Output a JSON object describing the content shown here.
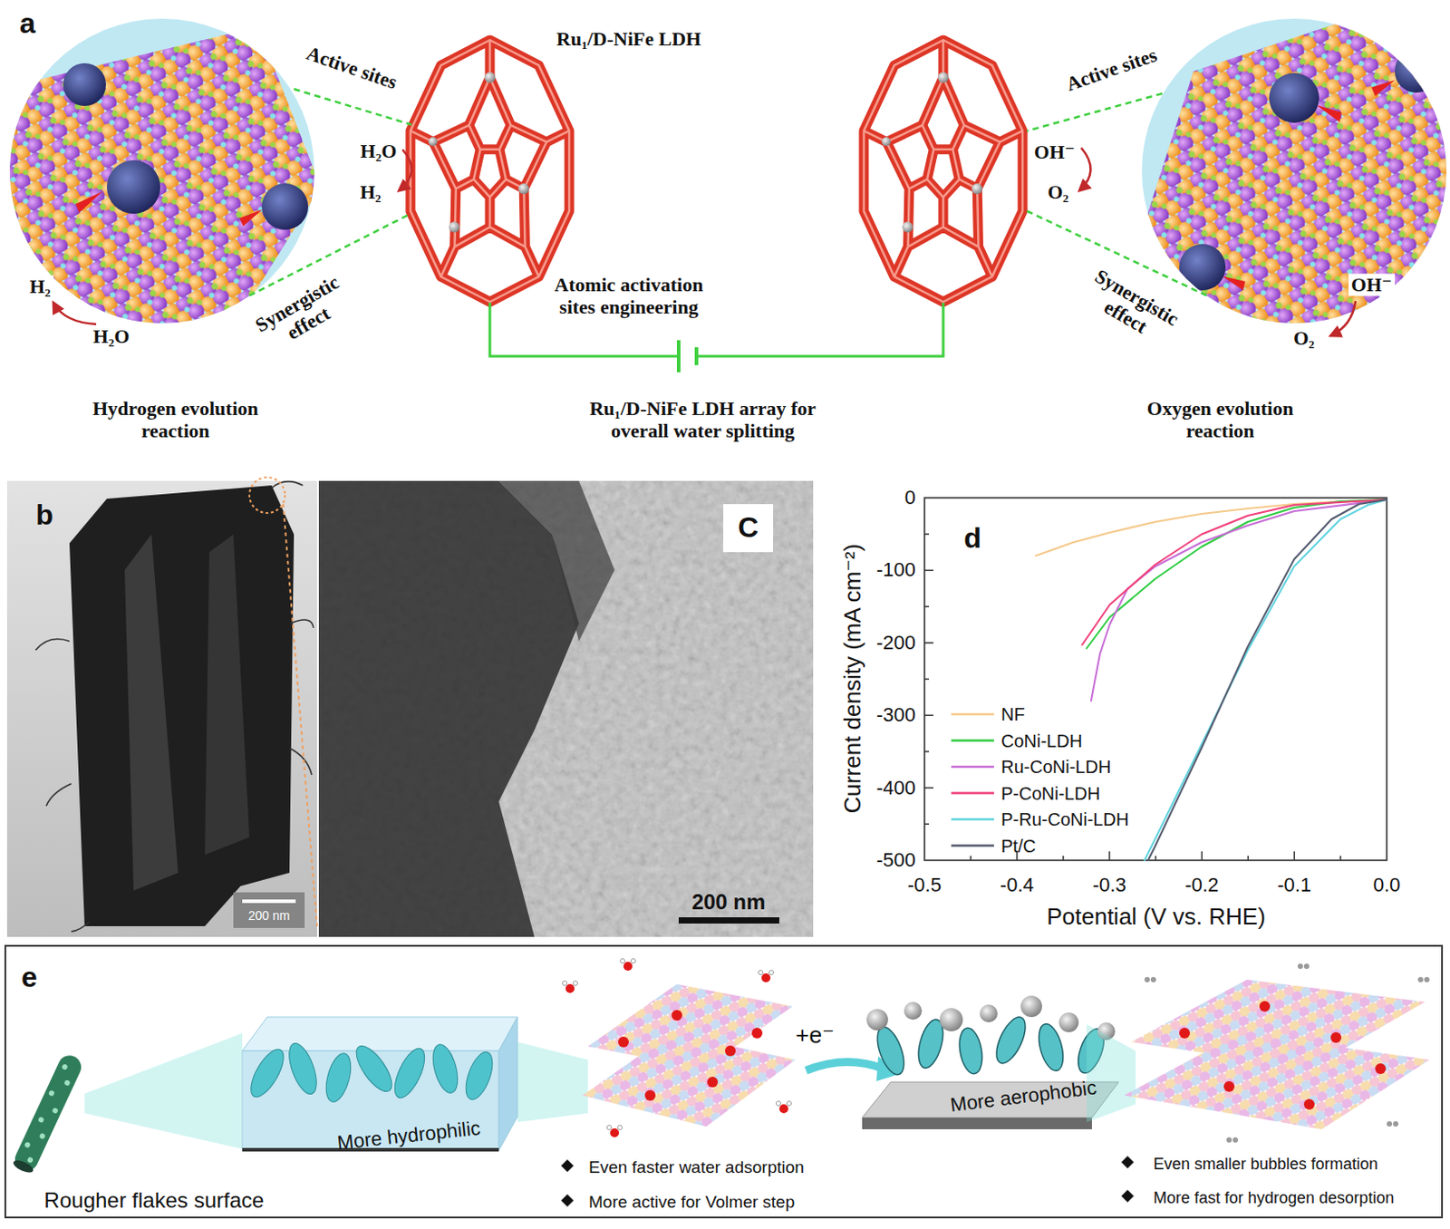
{
  "diagram": {
    "nodes": [
      {
        "text": [
          "e",
          "Rougher flakes surface",
          "More hydrophilic",
          "Even faster water adsorption",
          "More active for Volmer step",
          "+e⁻",
          "More aerophobic",
          "Even smaller bubbles formation",
          "More fast for hydrogen desorption"
        ]
      }
    ],
    "labels": [
      "a",
      "Ru₁/D-NiFe LDH",
      "Active sites",
      "Active sites",
      "H₂O",
      "H₂",
      "OH⁻",
      "O₂",
      "H₂",
      "Synergistic effect",
      "Atomic activation sites engineering",
      "Synergistic effect",
      "OH⁻",
      "H₂O",
      "O₂",
      "Hydrogen evolution reaction",
      "Ru₁/D-NiFe LDH array for overall water splitting",
      "Oxygen evolution reaction",
      "b",
      "C",
      "d",
      "200 nm",
      "200 nm",
      "Current density (mA cm⁻²)",
      "Potential (V vs. RHE)",
      "0",
      "-100",
      "-200",
      "-300",
      "-400",
      "-500",
      "-0.5",
      "-0.4",
      "-0.3",
      "-0.2",
      "-0.1",
      "0.0"
    ],
    "legend": [
      {
        "text": "NF"
      },
      {
        "text": "CoNi-LDH"
      },
      {
        "text": "Ru-CoNi-LDH"
      },
      {
        "text": "P-CoNi-LDH"
      },
      {
        "text": "P-Ru-CoNi-LDH"
      },
      {
        "text": "Pt/C"
      }
    ]
  }
}
